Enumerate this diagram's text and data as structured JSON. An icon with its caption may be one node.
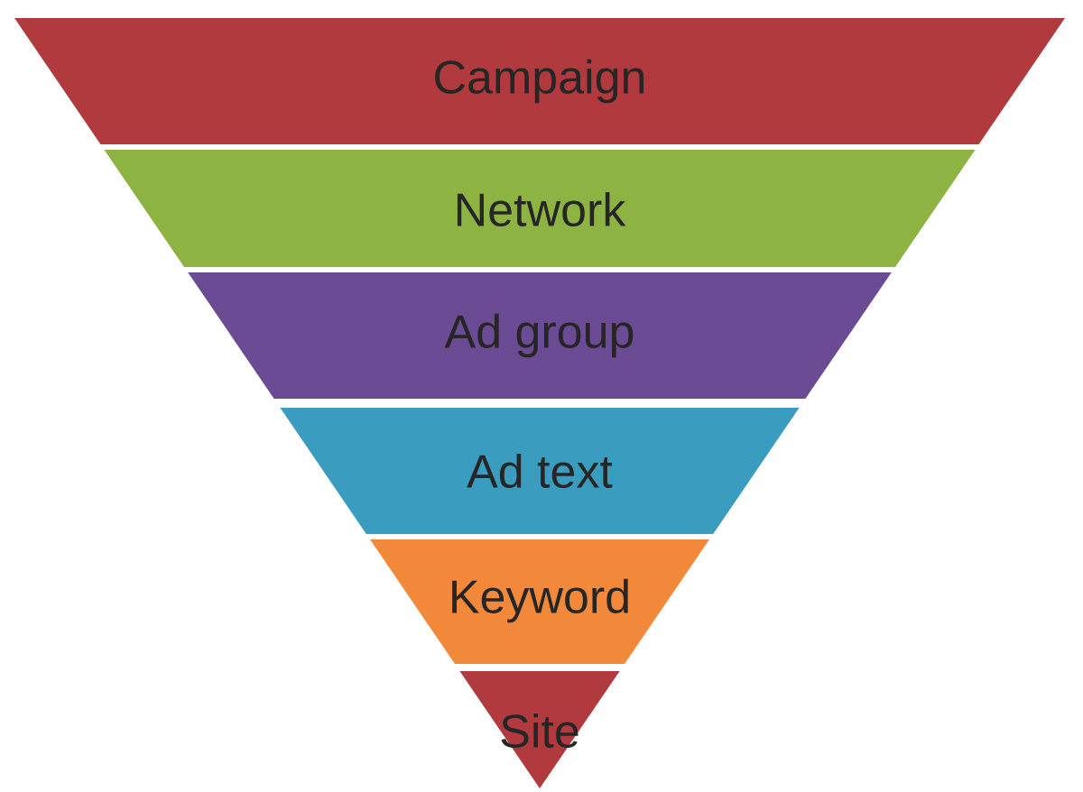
{
  "diagram": {
    "nodes": [
      {
        "text": [
          "Campaign"
        ]
      },
      {
        "text": [
          "Network"
        ]
      },
      {
        "text": [
          "Ad group"
        ]
      },
      {
        "text": [
          "Ad text"
        ]
      },
      {
        "text": [
          "Keyword"
        ]
      },
      {
        "text": [
          "Site"
        ]
      }
    ]
  }
}
